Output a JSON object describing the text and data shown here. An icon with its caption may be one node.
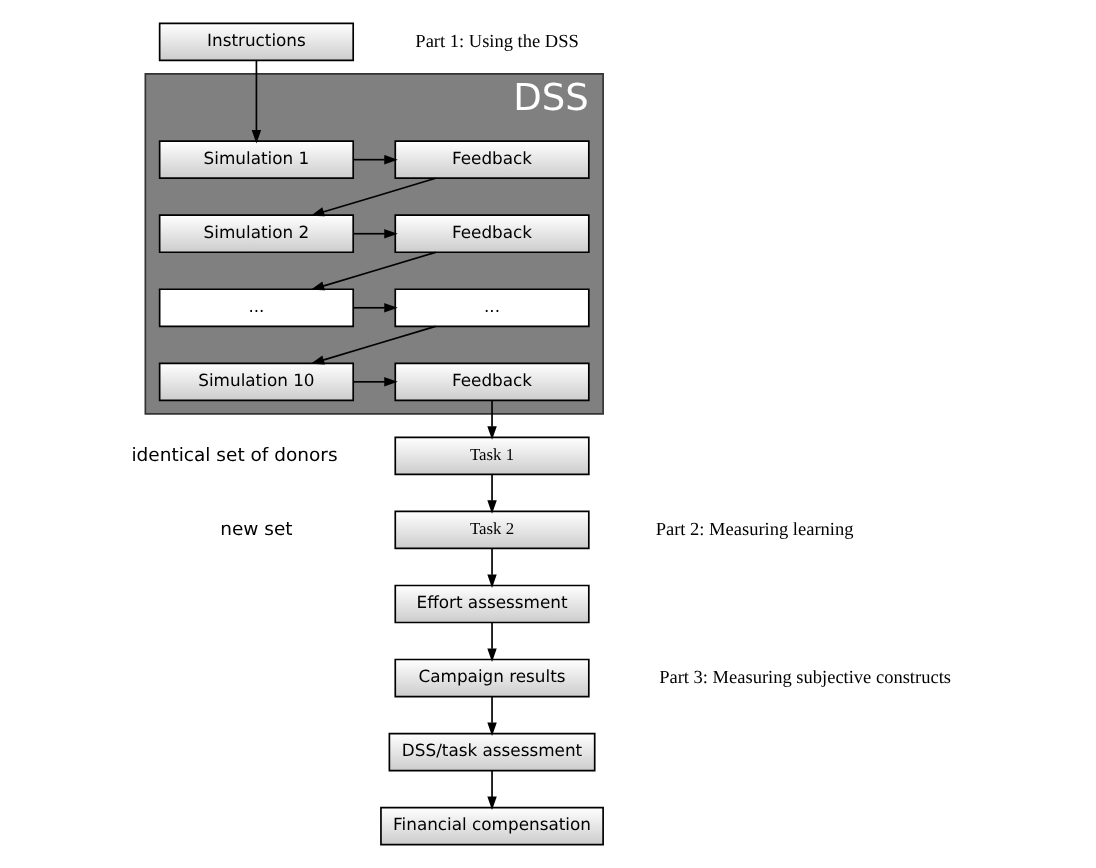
{
  "diagram": {
    "nodes": [
      {
        "text": [
          "Instructions"
        ]
      },
      {
        "text": [
          "DSS"
        ]
      },
      {
        "text": [
          "Simulation 1"
        ],
        "in": 1
      },
      {
        "text": [
          "Feedback"
        ],
        "in": 1
      },
      {
        "text": [
          "Simulation 2"
        ],
        "in": 1
      },
      {
        "text": [
          "Feedback"
        ],
        "in": 1
      },
      {
        "text": [
          "..."
        ],
        "in": 1
      },
      {
        "text": [
          "..."
        ],
        "in": 1
      },
      {
        "text": [
          "Simulation 10"
        ],
        "in": 1
      },
      {
        "text": [
          "Feedback"
        ],
        "in": 1
      },
      {
        "text": [
          "Task 1"
        ]
      },
      {
        "text": [
          "Task 2"
        ]
      },
      {
        "text": [
          "Effort assessment"
        ]
      },
      {
        "text": [
          "Campaign results"
        ]
      },
      {
        "text": [
          "DSS/task assessment"
        ]
      },
      {
        "text": [
          "Financial compensation"
        ]
      }
    ],
    "edges": [
      {
        "from": 0,
        "to": 2,
        "arrow": "to"
      },
      {
        "from": 2,
        "to": 3,
        "arrow": "to"
      },
      {
        "from": 3,
        "to": 4,
        "arrow": "to"
      },
      {
        "from": 4,
        "to": 5,
        "arrow": "to"
      },
      {
        "from": 5,
        "to": 6,
        "arrow": "to"
      },
      {
        "from": 6,
        "to": 7,
        "arrow": "to"
      },
      {
        "from": 7,
        "to": 8,
        "arrow": "to"
      },
      {
        "from": 8,
        "to": 9,
        "arrow": "to"
      },
      {
        "from": 9,
        "to": 10,
        "arrow": "to"
      },
      {
        "from": 10,
        "to": 11,
        "arrow": "to"
      },
      {
        "from": 11,
        "to": 12,
        "arrow": "to"
      },
      {
        "from": 12,
        "to": 13,
        "arrow": "to"
      },
      {
        "from": 13,
        "to": 14,
        "arrow": "to"
      },
      {
        "from": 14,
        "to": 15,
        "arrow": "to"
      }
    ],
    "labels": [
      "identical set of donors",
      "new set",
      "Part 1: Using the DSS",
      "Part 2: Measuring learning",
      "Part 3: Measuring subjective constructs"
    ]
  }
}
